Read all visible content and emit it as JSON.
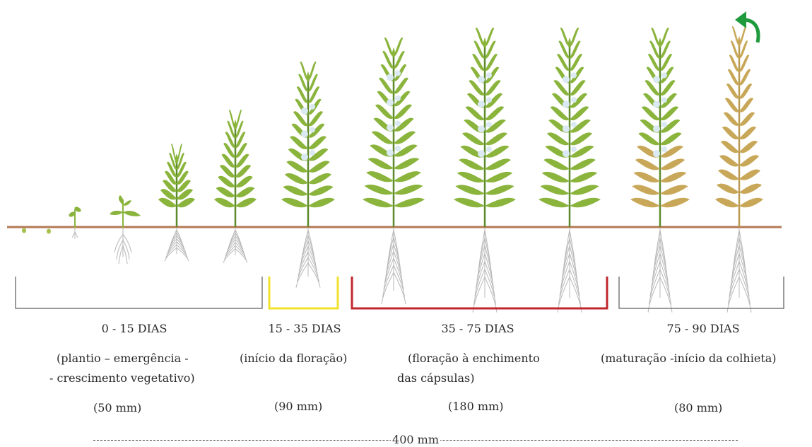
{
  "colors": {
    "soil_line": "#b37a55",
    "leaf_green": "#8ab43c",
    "leaf_dark": "#5d8a2a",
    "leaf_dry": "#c8a858",
    "stem_dry": "#b89a50",
    "flower": "#dbe9f2",
    "root": "#b9b9b9",
    "bracket_gray": "#7a7a7a",
    "bracket_yellow": "#f2e22c",
    "bracket_red": "#c0272d",
    "arrow_green": "#1f9a3c"
  },
  "stages": [
    {
      "days": "0 - 15 DIAS",
      "description": [
        "(plantio – emergência  -",
        " - crescimento vegetativo)"
      ],
      "water": "(50 mm)",
      "bracket_color": "gray"
    },
    {
      "days": "15 - 35 DIAS",
      "description": [
        "(início da floração)"
      ],
      "water": "(90 mm)",
      "bracket_color": "yellow"
    },
    {
      "days": "35 - 75 DIAS",
      "description": [
        "(floração à enchimento",
        "das cápsulas)"
      ],
      "water": "(180 mm)",
      "bracket_color": "red"
    },
    {
      "days": "75 - 90 DIAS",
      "description": [
        "(maturação -início da colhieta)"
      ],
      "water": "(80 mm)",
      "bracket_color": "gray"
    }
  ],
  "total": "400 mm",
  "icons": [
    "seed-icon",
    "seedling-icon",
    "plant-icon",
    "flower-icon",
    "harvest-arrow-icon"
  ]
}
